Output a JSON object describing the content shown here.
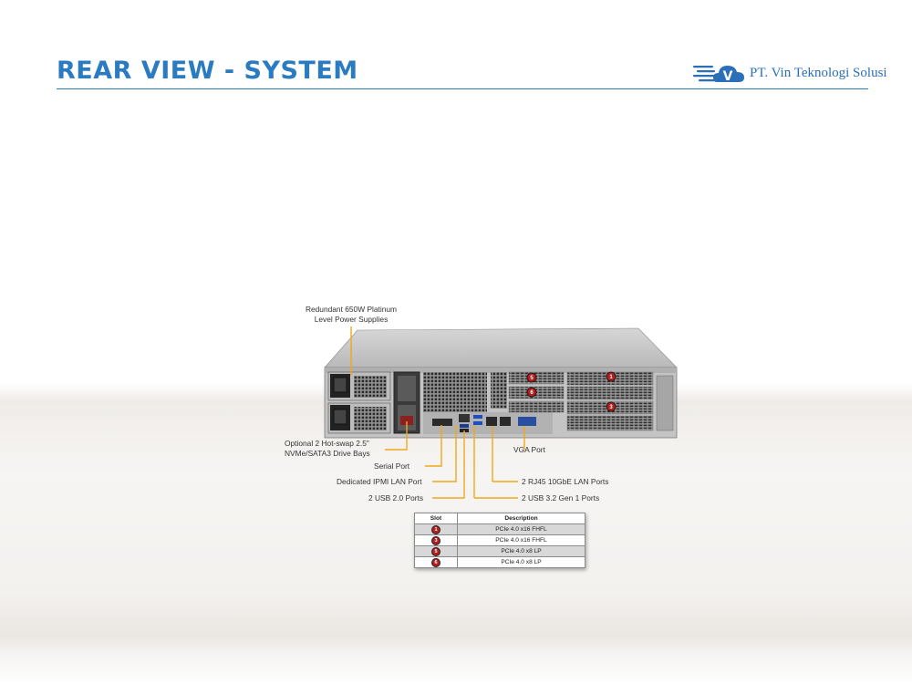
{
  "header": {
    "title": "REAR VIEW - SYSTEM",
    "company": "PT. Vin Teknologi Solusi",
    "logo_letter": "V"
  },
  "colors": {
    "accent": "#2a7bc1",
    "leader": "#f0a81c",
    "badge": "#b01e1e"
  },
  "callouts": {
    "psu": [
      "Redundant 650W Platinum",
      "Level Power Supplies"
    ],
    "drive_bays": [
      "Optional 2 Hot-swap 2.5\"",
      "NVMe/SATA3 Drive Bays"
    ],
    "serial": "Serial Port",
    "ipmi": "Dedicated IPMI LAN Port",
    "usb2": "2 USB 2.0 Ports",
    "vga": "VGA Port",
    "lan": "2 RJ45 10GbE LAN Ports",
    "usb3": "2 USB 3.2 Gen 1 Ports"
  },
  "slots": {
    "headers": [
      "Slot",
      "Description"
    ],
    "rows": [
      {
        "slot": "1",
        "description": "PCIe 4.0 x16 FHFL"
      },
      {
        "slot": "3",
        "description": "PCIe 4.0 x16 FHFL"
      },
      {
        "slot": "5",
        "description": "PCIe 4.0 x8 LP"
      },
      {
        "slot": "6",
        "description": "PCIe 4.0 x8 LP"
      }
    ],
    "chassis_badges": [
      "5",
      "6",
      "1",
      "3"
    ]
  }
}
